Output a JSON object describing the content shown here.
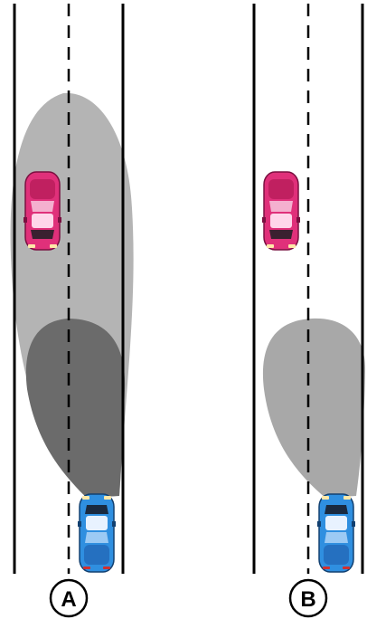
{
  "panels": [
    {
      "id": "A",
      "label": "A",
      "beam_mode": "high-beam-and-low-beam-overlap",
      "oncoming_vehicle_color": "#e0307a",
      "own_vehicle_color": "#2f8fe0"
    },
    {
      "id": "B",
      "label": "B",
      "beam_mode": "low-beam-only",
      "oncoming_vehicle_color": "#e0307a",
      "own_vehicle_color": "#2f8fe0"
    }
  ],
  "colors": {
    "road_line": "#000000",
    "high_beam": "#b4b4b4",
    "low_beam_overlap": "#6b6b6b",
    "low_beam_single": "#a8a8a8",
    "oncoming_car": "#e0307a",
    "own_car": "#2f8fe0"
  }
}
